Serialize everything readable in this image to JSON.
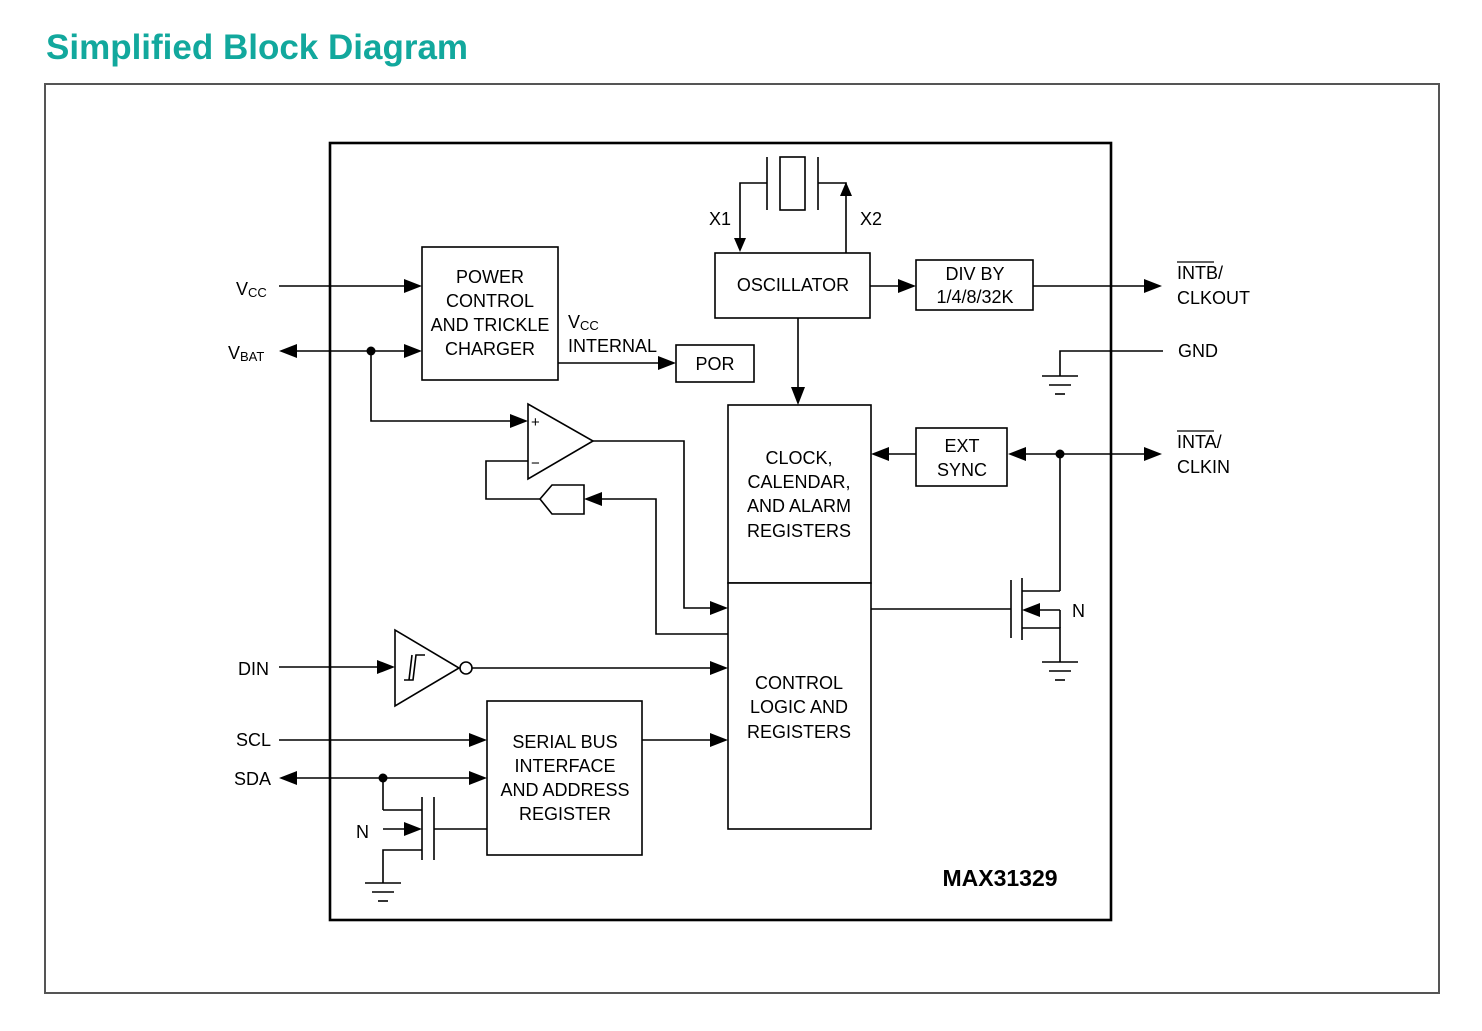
{
  "title": "Simplified Block Diagram",
  "chip_name": "MAX31329",
  "pins": {
    "vcc": "V",
    "vcc_sub": "CC",
    "vbat": "V",
    "vbat_sub": "BAT",
    "din": "DIN",
    "scl": "SCL",
    "sda": "SDA",
    "intb_line1": "INTB/",
    "intb_line2": "CLKOUT",
    "gnd": "GND",
    "inta_line1": "INTA/",
    "inta_line2": "CLKIN"
  },
  "blocks": {
    "power": [
      "POWER",
      "CONTROL",
      "AND TRICKLE",
      "CHARGER"
    ],
    "por": "POR",
    "oscillator": "OSCILLATOR",
    "divider": [
      "DIV BY",
      "1/4/8/32K"
    ],
    "ext_sync": [
      "EXT",
      "SYNC"
    ],
    "clock": [
      "CLOCK,",
      "CALENDAR,",
      "AND ALARM",
      "REGISTERS"
    ],
    "control": [
      "CONTROL",
      "LOGIC AND",
      "REGISTERS"
    ],
    "serial": [
      "SERIAL BUS",
      "INTERFACE",
      "AND ADDRESS",
      "REGISTER"
    ]
  },
  "labels": {
    "vcc_internal_v": "V",
    "vcc_internal_sub": "CC",
    "vcc_internal_text": "INTERNAL",
    "x1": "X1",
    "x2": "X2",
    "comp_plus": "+",
    "comp_minus": "−",
    "nmos_right": "N",
    "nmos_left": "N"
  }
}
